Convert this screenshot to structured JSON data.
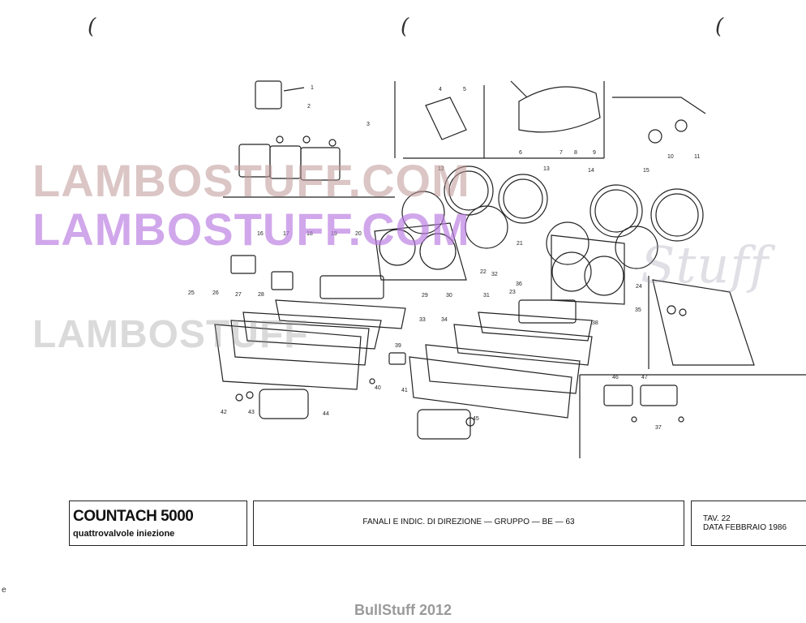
{
  "title_block": {
    "model": "COUNTACH 5000",
    "model_sub": "quattrovalvole iniezione",
    "group_title": "FANALI E INDIC. DI DIREZIONE — GRUPPO — BE — 63",
    "table_number": "TAV. 22",
    "date": "DATA FEBBRAIO 1986"
  },
  "watermarks": {
    "brand_1": "LAMBOSTUFF.COM",
    "brand_2": "LAMBOSTUFF.COM",
    "brand_3": "LAMBOSTUFF",
    "script_mark": "Stuff"
  },
  "footer": {
    "credit": "BullStuff 2012"
  },
  "corner_mark": "e",
  "paren_marks": [
    "(",
    "(",
    "("
  ],
  "callouts": [
    "1",
    "2",
    "3",
    "4",
    "5",
    "6",
    "7",
    "8",
    "9",
    "10",
    "11",
    "12",
    "13",
    "14",
    "15",
    "16",
    "17",
    "18",
    "19",
    "20",
    "21",
    "22",
    "23",
    "24",
    "25",
    "26",
    "27",
    "28",
    "29",
    "30",
    "31",
    "32",
    "33",
    "34",
    "35",
    "36",
    "37",
    "38",
    "39",
    "40",
    "41",
    "42",
    "43",
    "44",
    "45",
    "46",
    "47"
  ],
  "colors": {
    "line": "#222222",
    "paper": "#ffffff",
    "watermark_purple": "#b978e1",
    "watermark_rose": "#be9696",
    "credit_grey": "#9a9a9a"
  }
}
